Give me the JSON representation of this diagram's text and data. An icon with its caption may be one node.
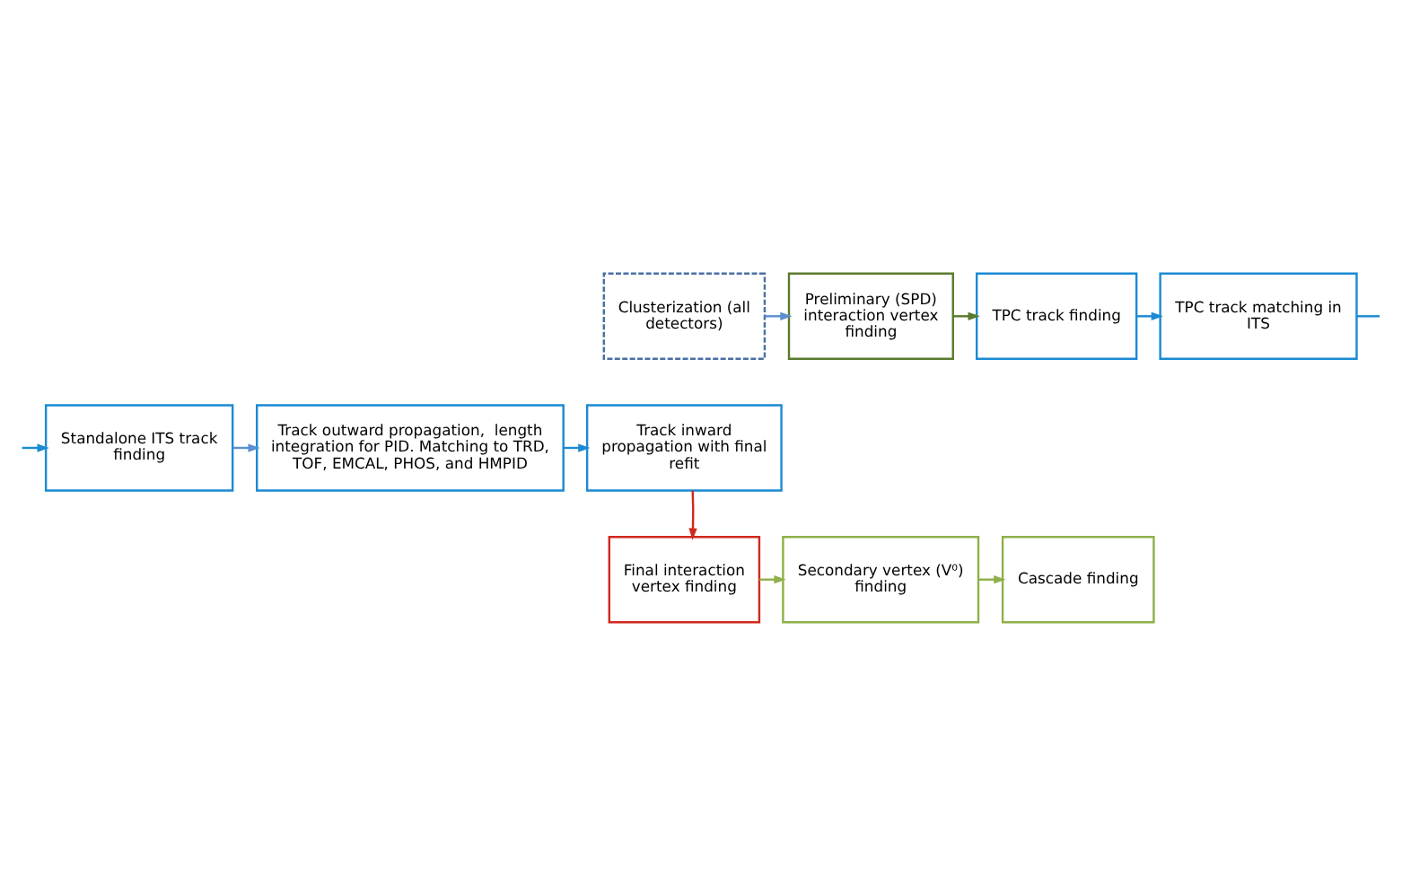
{
  "diagram": {
    "nodes": [
      {
        "text": [
          "Clusterization (all detectors)"
        ]
      },
      {
        "text": [
          "Preliminary (SPD) interaction vertex finding"
        ]
      },
      {
        "text": [
          "TPC track finding"
        ]
      },
      {
        "text": [
          "TPC track matching in ITS"
        ]
      },
      {
        "text": [
          "Track inward propagation with final refit"
        ]
      },
      {
        "text": [
          "Track outward propagation,  length integration for PID. Matching to TRD, TOF, EMCAL, PHOS, and HMPID"
        ]
      },
      {
        "text": [
          "Standalone ITS track finding"
        ]
      },
      {
        "text": [
          "Final interaction vertex finding"
        ]
      },
      {
        "text": [
          "Secondary vertex (V⁰) finding"
        ]
      },
      {
        "text": [
          "Cascade finding"
        ]
      }
    ],
    "edges": [
      {
        "from": 0,
        "to": 1,
        "arrow": "to",
        "color": "#5b8fd0"
      },
      {
        "from": 1,
        "to": 2,
        "arrow": "to",
        "color": "#5a7a2e"
      },
      {
        "from": 2,
        "to": 3,
        "arrow": "to"
      },
      {
        "from": 3,
        "to": null,
        "arrow": "none"
      },
      {
        "from": null,
        "to": 6,
        "arrow": "to"
      },
      {
        "from": 6,
        "to": 5,
        "arrow": "to",
        "color": "#5b8fd0"
      },
      {
        "from": 5,
        "to": 4,
        "arrow": "to"
      },
      {
        "from": 4,
        "to": 7,
        "arrow": "to",
        "color": "#d0281e"
      },
      {
        "from": 7,
        "to": 8,
        "arrow": "to",
        "color": "#8fb04a"
      },
      {
        "from": 8,
        "to": 9,
        "arrow": "to",
        "color": "#8fb04a"
      }
    ]
  }
}
